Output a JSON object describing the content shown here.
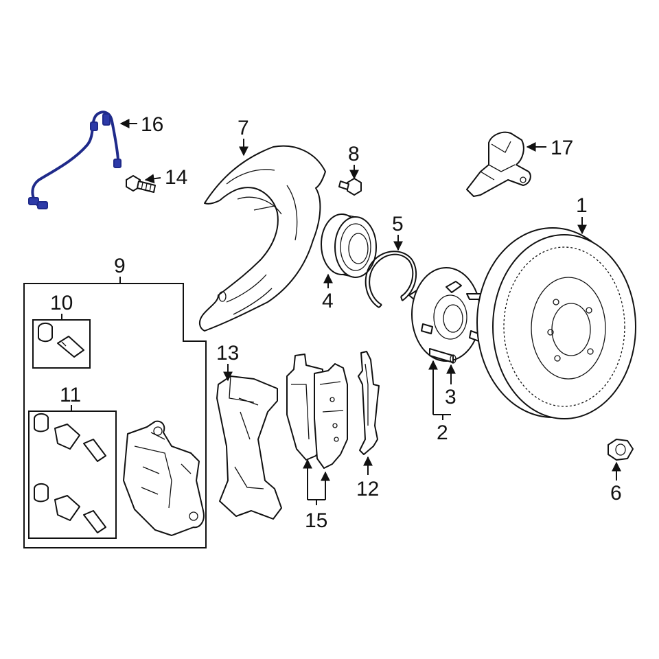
{
  "highlight_color": "#1f2a8a",
  "line_color": "#111111",
  "callouts": {
    "c1": "1",
    "c2": "2",
    "c3": "3",
    "c4": "4",
    "c5": "5",
    "c6": "6",
    "c7": "7",
    "c8": "8",
    "c9": "9",
    "c10": "10",
    "c11": "11",
    "c12": "12",
    "c13": "13",
    "c14": "14",
    "c15": "15",
    "c16": "16",
    "c17": "17"
  },
  "highlighted_part": "16"
}
